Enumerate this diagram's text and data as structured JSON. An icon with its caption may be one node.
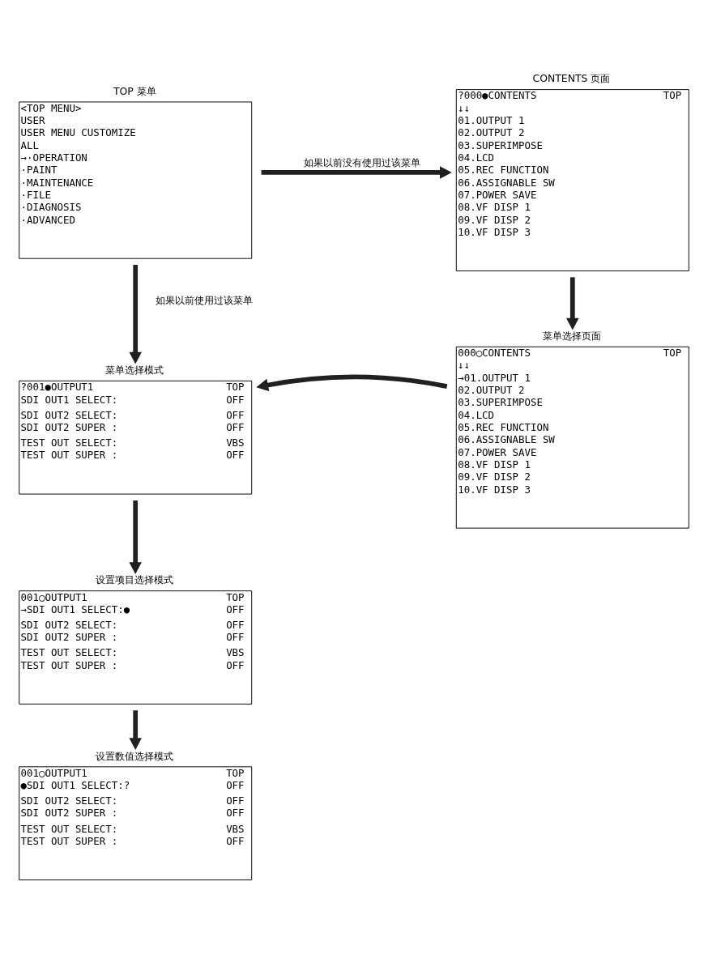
{
  "diagram": {
    "nodes": [
      {
        "text": [
          "TOP 菜单",
          "<TOP MENU>",
          "USER",
          "USER MENU CUSTOMIZE",
          "ALL",
          "→·OPERATION",
          "·PAINT",
          "·MAINTENANCE",
          "·FILE",
          "·DIAGNOSIS",
          "·ADVANCED"
        ]
      },
      {
        "text": [
          "CONTENTS 页面",
          "?000●CONTENTS",
          "TOP",
          "↓↓",
          "01.OUTPUT 1",
          "02.OUTPUT 2",
          "03.SUPERIMPOSE",
          "04.LCD",
          "05.REC FUNCTION",
          "06.ASSIGNABLE SW",
          "07.POWER SAVE",
          "08.VF DISP 1",
          "09.VF DISP 2",
          "10.VF DISP 3"
        ]
      },
      {
        "text": [
          "菜单选择模式",
          "?001●OUTPUT1",
          "TOP",
          "SDI OUT1 SELECT:",
          "OFF",
          "SDI OUT2 SELECT:",
          "OFF",
          "SDI OUT2 SUPER :",
          "OFF",
          "TEST OUT SELECT:",
          "VBS",
          "TEST OUT SUPER :",
          "OFF"
        ]
      },
      {
        "text": [
          "菜单选择页面",
          "000○CONTENTS",
          "TOP",
          "↓↓",
          "→01.OUTPUT 1",
          "02.OUTPUT 2",
          "03.SUPERIMPOSE",
          "04.LCD",
          "05.REC FUNCTION",
          "06.ASSIGNABLE SW",
          "07.POWER SAVE",
          "08.VF DISP 1",
          "09.VF DISP 2",
          "10.VF DISP 3"
        ]
      },
      {
        "text": [
          "设置项目选择模式",
          "001○OUTPUT1",
          "TOP",
          "→SDI OUT1 SELECT:●",
          "OFF",
          "SDI OUT2 SELECT:",
          "OFF",
          "SDI OUT2 SUPER :",
          "OFF",
          "TEST OUT SELECT:",
          "VBS",
          "TEST OUT SUPER :",
          "OFF"
        ]
      },
      {
        "text": [
          "设置数值选择模式",
          "001○OUTPUT1",
          "TOP",
          "●SDI OUT1 SELECT:?",
          "OFF",
          "SDI OUT2 SELECT:",
          "OFF",
          "SDI OUT2 SUPER :",
          "OFF",
          "TEST OUT SELECT:",
          "VBS",
          "TEST OUT SUPER :",
          "OFF"
        ]
      }
    ],
    "edges": [
      {
        "from": 0,
        "to": 1,
        "arrow": "to",
        "label": "如果以前没有使用过该菜单"
      },
      {
        "from": 0,
        "to": 2,
        "arrow": "to",
        "label": "如果以前使用过该菜单"
      },
      {
        "from": 1,
        "to": 3,
        "arrow": "to"
      },
      {
        "from": 3,
        "to": 2,
        "arrow": "to"
      },
      {
        "from": 2,
        "to": 4,
        "arrow": "to"
      },
      {
        "from": 4,
        "to": 5,
        "arrow": "to"
      }
    ]
  }
}
